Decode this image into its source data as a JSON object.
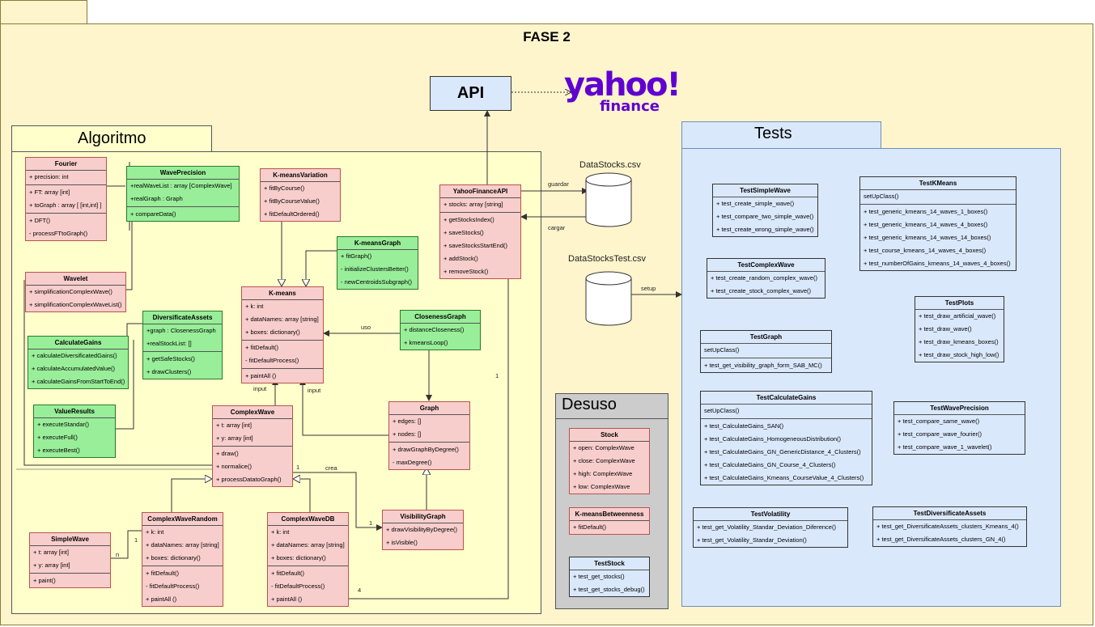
{
  "fase_title": "FASE 2",
  "api_label": "API",
  "yahoo_logo": {
    "word": "yahoo!",
    "sub": "finance",
    "color": "#6001d2"
  },
  "algoritmo_title": "Algoritmo",
  "tests_title": "Tests",
  "desuso_title": "Desuso",
  "datastocks_label": "DataStocks.csv",
  "datastockstest_label": "DataStocksTest.csv",
  "edge_labels": {
    "guardar": "guardar",
    "cargar": "cargar",
    "setup": "setup",
    "uso": "uso",
    "input1": "input",
    "input2": "input",
    "crea": "crea",
    "one_a": "1",
    "one_b": "1",
    "one_c": "1",
    "one_d": "1",
    "n": "n",
    "four": "4"
  },
  "classes": {
    "fourier": {
      "name": "Fourier",
      "rows": [
        "+ precision: int",
        "+ FT: array [int]",
        "+ toGraph : array [ [int,int] ]",
        "+ DFT()",
        "- processFTtoGraph()"
      ]
    },
    "wavelet": {
      "name": "Wavelet",
      "rows": [
        "+ simplificationComplexWave()",
        "+ simplificationComplexWaveList()"
      ]
    },
    "waveprecision": {
      "name": "WavePrecision",
      "rows": [
        "+realWaveList : array [ComplexWave]",
        "+realGraph : Graph",
        "+ compareData()"
      ]
    },
    "kmeansvariation": {
      "name": "K-meansVariation",
      "rows": [
        "+ fitByCourse()",
        "+ fitByCourseValue()",
        "+ fitDefaultOrdered()"
      ]
    },
    "kmeansgraph": {
      "name": "K-meansGraph",
      "rows": [
        "+ fitGraph()",
        "- initializeClustersBetter()",
        "- newCentroidsSubgraph()"
      ]
    },
    "kmeans": {
      "name": "K-means",
      "rows": [
        "+ k: int",
        "+ dataNames: array [string]",
        "+ boxes: dictionary()",
        "+ fitDefault()",
        "- fitDefaultProcess()",
        "+ paintAll ()"
      ]
    },
    "yahoofinanceapi": {
      "name": "YahooFinanceAPI",
      "rows": [
        "+ stocks: array [string]",
        "+ getStocksIndex()",
        "+ saveStocks()",
        "+ saveStocksStartEnd()",
        "+ addStock()",
        "+ removeStock()"
      ]
    },
    "diversificateassets": {
      "name": "DiversificateAssets",
      "rows": [
        "+graph : ClosenessGraph",
        "+realStockList: []",
        "+ getSafeStocks()",
        "+ drawClusters()"
      ]
    },
    "closenessgraph": {
      "name": "ClosenessGraph",
      "rows": [
        "+ distanceCloseness()",
        "+ kmeansLoop()"
      ]
    },
    "calculategains": {
      "name": "CalculateGains",
      "rows": [
        "+ calculateDiversificatedGains()",
        "+ calculateAccumulatedValue()",
        "+ calculateGainsFromStartToEnd()"
      ]
    },
    "valueresults": {
      "name": "ValueResults",
      "rows": [
        "+ executeStandar()",
        "+ executeFull()",
        "+ executeBest()"
      ]
    },
    "complexwave": {
      "name": "ComplexWave",
      "rows": [
        "+ t: array [int]",
        "+ y: array [int]",
        "+ draw()",
        "+ normalice()",
        "+ processDatatoGraph()"
      ]
    },
    "graph": {
      "name": "Graph",
      "rows": [
        "+ edges: []",
        "+ nodes: []",
        "+ drawGraphByDegree()",
        "- maxDegree()"
      ]
    },
    "simplewave": {
      "name": "SimpleWave",
      "rows": [
        "+ t: array [int]",
        "+ y: array [int]",
        "+ paint()"
      ]
    },
    "complexwaverandom": {
      "name": "ComplexWaveRandom",
      "rows": [
        "+ k: int",
        "+ dataNames: array [string]",
        "+ boxes: dictionary()",
        "+ fitDefault()",
        "- fitDefaultProcess()",
        "+ paintAll ()"
      ]
    },
    "complexwavedb": {
      "name": "ComplexWaveDB",
      "rows": [
        "+ k: int",
        "+ dataNames: array [string]",
        "+ boxes: dictionary()",
        "+ fitDefault()",
        "- fitDefaultProcess()",
        "+ paintAll ()"
      ]
    },
    "visibilitygraph": {
      "name": "VisibilityGraph",
      "rows": [
        "+ drawVisibilityByDegree()",
        "+ isVisible()"
      ]
    },
    "stock": {
      "name": "Stock",
      "rows": [
        "+ open: ComplexWave",
        "+ close: ComplexWave",
        "+ high: ComplexWave",
        "+ low: ComplexWave"
      ]
    },
    "kmeansbetweenness": {
      "name": "K-meansBetweenness",
      "rows": [
        "+ fitDefault()"
      ]
    },
    "teststock": {
      "name": "TestStock",
      "rows": [
        "+ test_get_stocks()",
        "+ test_get_stocks_debug()"
      ]
    },
    "testsimplewave": {
      "name": "TestSimpleWave",
      "rows": [
        "+ test_create_simple_wave()",
        "+ test_compare_two_simple_wave()",
        "+ test_create_wrong_simple_wave()"
      ]
    },
    "testcomplexwave": {
      "name": "TestComplexWave",
      "rows": [
        "+ test_create_random_complex_wave()",
        "+ test_create_stock_complex_wave()"
      ]
    },
    "testgraph": {
      "name": "TestGraph",
      "rows": [
        "setUpClass()",
        "+ test_get_visibility_graph_form_SAB_MC()"
      ]
    },
    "testkmeans": {
      "name": "TestKMeans",
      "rows": [
        "setUpClass()",
        "+ test_generic_kmeans_14_waves_1_boxes()",
        "+ test_generic_kmeans_14_waves_4_boxes()",
        "+ test_generic_kmeans_14_waves_14_boxes()",
        "+ test_course_kmeans_14_waves_4_boxes()",
        "+ test_numberOfGains_kmeans_14_waves_4_boxes()"
      ]
    },
    "testplots": {
      "name": "TestPlots",
      "rows": [
        "+ test_draw_artificial_wave()",
        "+ test_draw_wave()",
        "+ test_draw_kmeans_boxes()",
        "+ test_draw_stock_high_low()"
      ]
    },
    "testcalculategains": {
      "name": "TestCalculateGains",
      "rows": [
        "setUpClass()",
        "+ test_CalculateGains_SAN()",
        "+ test_CalculateGains_HomogeneousDistribution()",
        "+ test_CalculateGains_GN_GenericDistance_4_Clusters()",
        "+ test_CalculateGains_GN_Course_4_Clusters()",
        "+ test_CalculateGains_Kmeans_CourseValue_4_Clusters()"
      ]
    },
    "testwaveprecision": {
      "name": "TestWavePrecision",
      "rows": [
        "+ test_compare_same_wave()",
        "+ test_compare_wave_fourier()",
        "+ test_compare_wave_1_wavelet()"
      ]
    },
    "testvolatility": {
      "name": "TestVolatility",
      "rows": [
        "+ test_get_Volatility_Standar_Deviation_Diference()",
        "+ test_get_Volatility_Standar_Deviation()"
      ]
    },
    "testdiversificateassets": {
      "name": "TestDiversificateAssets",
      "rows": [
        "+ test_get_DiversificateAssets_clusters_Kmeans_4()",
        "+ test_get_DiversificateAssets_clusters_GN_4()"
      ]
    }
  }
}
